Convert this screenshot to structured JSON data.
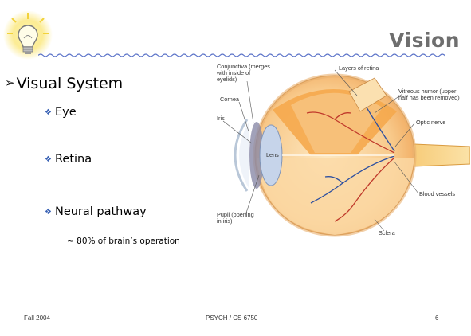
{
  "slide": {
    "title": "Vision",
    "heading": "Visual System",
    "bullets": [
      "Eye",
      "Retina",
      "Neural pathway"
    ],
    "note": "~ 80% of brain’s operation"
  },
  "diagram": {
    "labels": {
      "conjunctiva_1": "Conjunctiva (merges",
      "conjunctiva_2": "with inside of",
      "conjunctiva_3": "eyelids)",
      "cornea": "Cornea",
      "iris": "Iris",
      "pupil_1": "Pupil (opening",
      "pupil_2": "in iris)",
      "lens": "Lens",
      "layers": "Layers of retina",
      "vitreous_1": "Vitreous humor (upper",
      "vitreous_2": "half has been removed)",
      "optic": "Optic nerve",
      "vessels": "Blood vessels",
      "sclera": "Sclera"
    }
  },
  "footer": {
    "left": "Fall 2004",
    "center": "PSYCH / CS 6750",
    "page": "6"
  },
  "icons": [
    "lightbulb-icon",
    "arrow-bullet-icon",
    "diamond-bullet-icon"
  ],
  "colors": {
    "title": "#6e6e6e",
    "bullet_diamond": "#3b63b5",
    "deco_line": "#5a72c8"
  }
}
